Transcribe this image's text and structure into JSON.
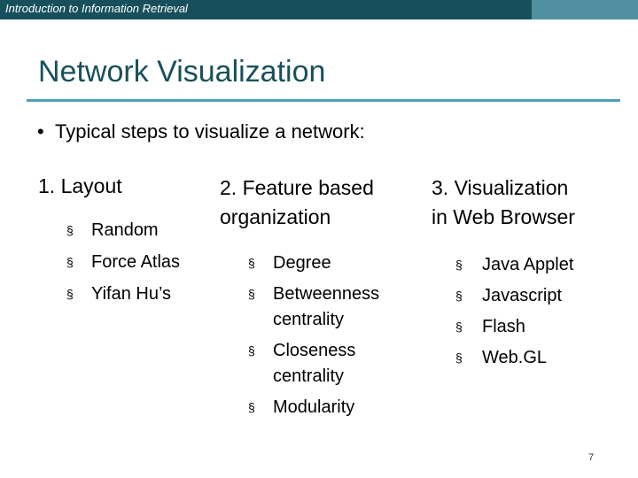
{
  "header": {
    "course_title": "Introduction to Information Retrieval"
  },
  "slide": {
    "title": "Network Visualization",
    "intro": {
      "bullet": "•",
      "text": "Typical steps to visualize a network:"
    },
    "columns": [
      {
        "heading_lines": [
          "1. Layout"
        ],
        "items": [
          "Random",
          "Force Atlas",
          "Yifan Hu’s"
        ]
      },
      {
        "heading_lines": [
          "2. Feature based",
          "organization"
        ],
        "items": [
          "Degree",
          "Betweenness centrality",
          "Closeness centrality",
          "Modularity"
        ]
      },
      {
        "heading_lines": [
          "3. Visualization",
          "in Web Browser"
        ],
        "items": [
          "Java Applet",
          "Javascript",
          "Flash",
          "Web.GL"
        ]
      }
    ],
    "sub_bullet_glyph": "§",
    "page_number": "7"
  },
  "colors": {
    "header_bar": "#17505c",
    "header_accent": "#4f8fa0",
    "title": "#17505c",
    "rule": "#4f9fb0"
  }
}
